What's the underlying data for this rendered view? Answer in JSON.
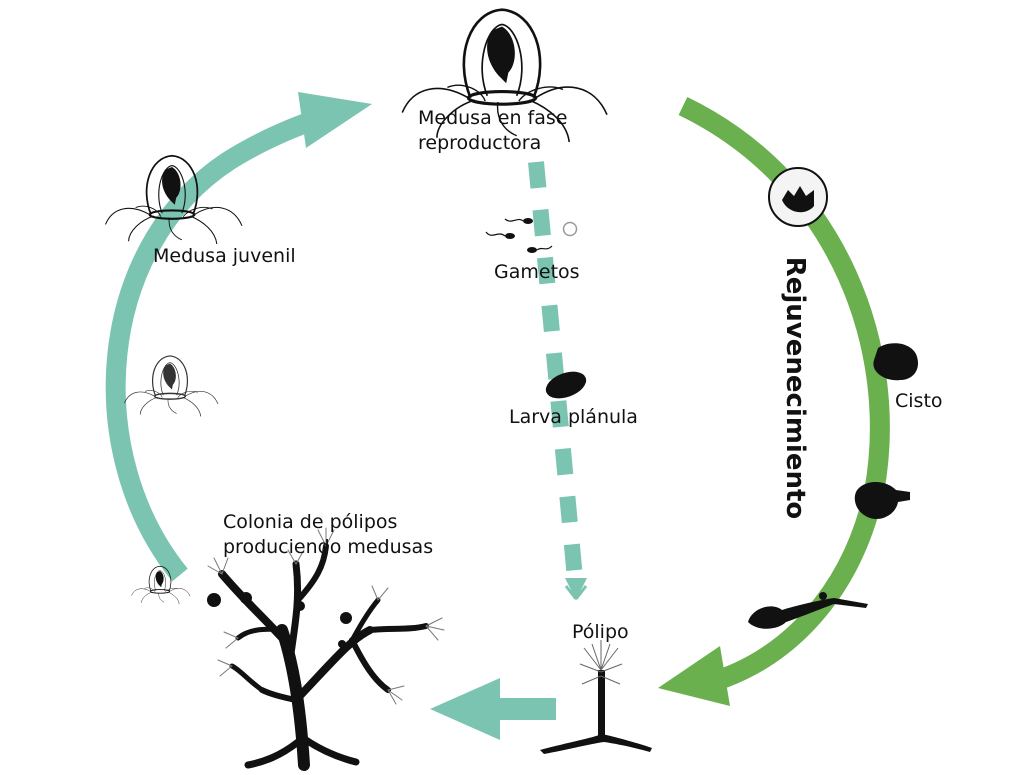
{
  "diagram": {
    "labels": {
      "medusa_reproductora": [
        "Medusa en fase",
        "reproductora"
      ],
      "medusa_juvenil": "Medusa juvenil",
      "gametos": "Gametos",
      "larva_planula": "Larva plánula",
      "polipo": "Pólipo",
      "colonia": [
        "Colonia de pólipos",
        "produciendo medusas"
      ],
      "cisto": "Cisto",
      "rejuvenecimiento": "Rejuvenecimiento"
    },
    "colors": {
      "teal_arrow": "#7cc4b2",
      "green_arrow": "#6ab04f",
      "ink": "#111111"
    },
    "icons": [
      "jellyfish-icon",
      "sperm-icon",
      "egg-icon",
      "planula-icon",
      "polyp-icon",
      "colony-icon",
      "cyst-icon"
    ]
  }
}
